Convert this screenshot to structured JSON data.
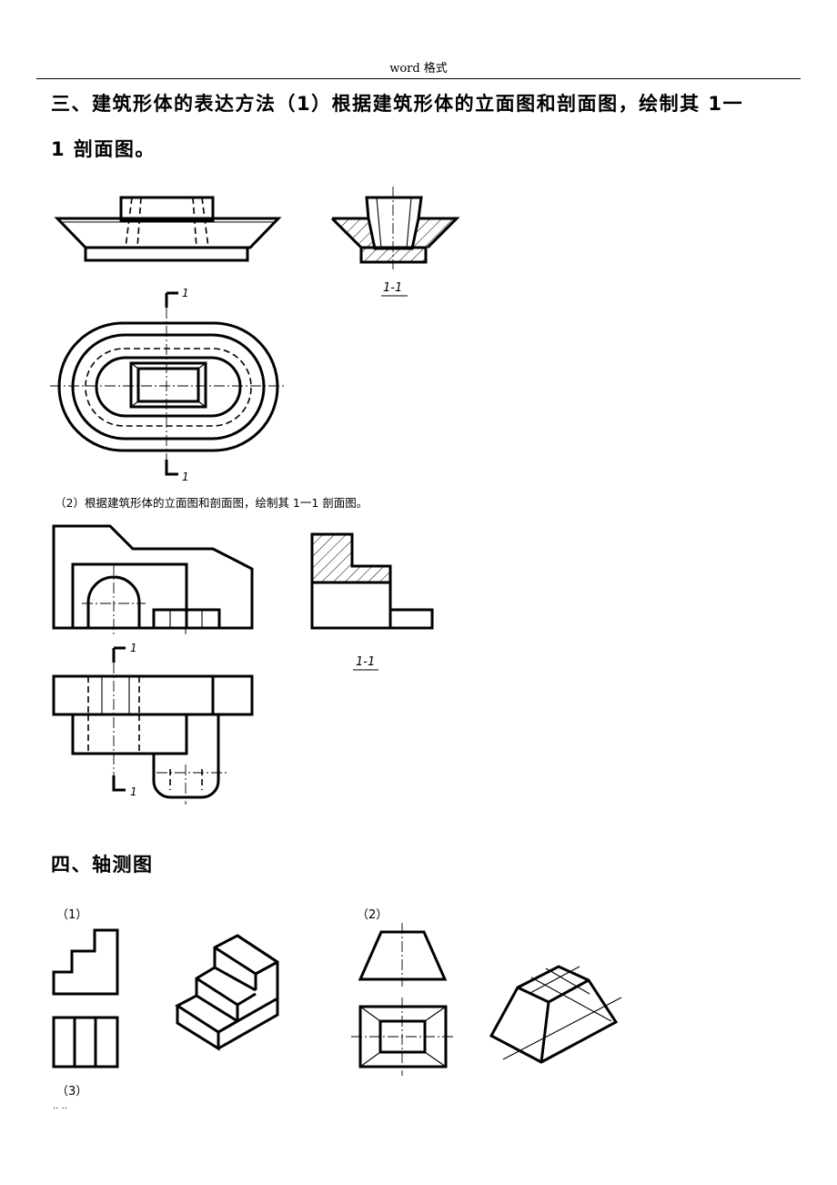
{
  "header": {
    "text": "word 格式"
  },
  "section3": {
    "heading_line1": "三、建筑形体的表达方法（1）根据建筑形体的立面图和剖面图，绘制其 1一",
    "heading_line2": "1 剖面图。",
    "sub2": "（2）根据建筑形体的立面图和剖面图，绘制其 1一1 剖面图。",
    "cut_label": "1",
    "section_label": "1-1"
  },
  "section4": {
    "heading": "四、轴测图",
    "item1": "（1）",
    "item2": "（2）",
    "item3": "（3）"
  },
  "footer": {
    "dots": ".. .."
  }
}
